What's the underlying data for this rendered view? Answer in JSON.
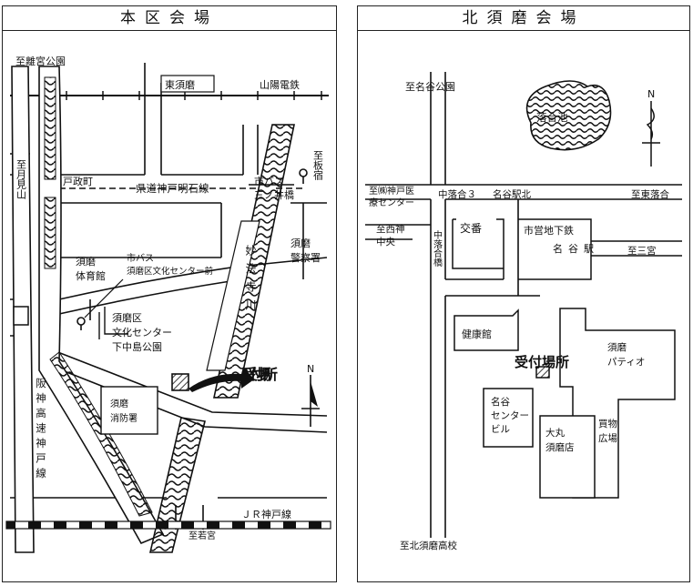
{
  "left_panel": {
    "title": "本区会場",
    "labels": {
      "to_rikyu": "至離宮公園",
      "higashi_suma": "東須磨",
      "sanyo": "山陽電鉄",
      "to_tsukimiyama": "至月見山",
      "to_itayado": "至板宿",
      "tomasa": "戸政町",
      "meigen": "県道神戸明石線",
      "bus1": "市バス",
      "sannoi": "三ノ井橋",
      "myohoji": "妙法寺川",
      "suma_gym": "須磨体育館",
      "bus2a": "市バス",
      "bus2b": "須磨区文化センター前",
      "suma_police": "須磨警察署",
      "culture1": "須磨区",
      "culture2": "文化センター",
      "culture3": "下中島公園",
      "reception": "受付場所",
      "north": "N",
      "fire": "須磨消防署",
      "hanshin": "阪神高速神戸線",
      "jr": "ＪＲ神戸線",
      "to_wakamiya": "至若宮"
    }
  },
  "right_panel": {
    "title": "北須磨会場",
    "labels": {
      "to_nayadani_park": "至名谷公園",
      "ochiai_pond": "落合池",
      "north": "N",
      "to_medical": "至㈱神戸医療センター",
      "nakaochiai3": "中落合３",
      "nayadani_n": "名谷駅北",
      "to_higashi": "至東落合",
      "to_nishikobe": "至西神中央",
      "nakaochiai_bridge": "中落合橋",
      "koban": "交番",
      "subway": "市営地下鉄",
      "nayadani_station": "名谷駅",
      "to_sannomiya": "至三宮",
      "kenkokan": "健康館",
      "reception": "受付場所",
      "suma_patio": "須磨パティオ",
      "center_bldg": "名谷センタービル",
      "daimaru": "大丸須磨店",
      "kaimono": "買物広場",
      "to_kitasuma_hs": "至北須磨高校"
    }
  },
  "colors": {
    "ink": "#111111",
    "paper": "#ffffff"
  }
}
